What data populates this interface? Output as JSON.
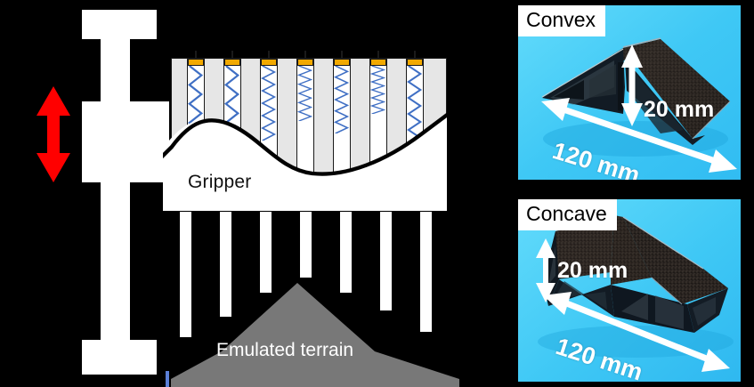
{
  "figure": {
    "background_color": "#000000",
    "schematic": {
      "gripper_label": "Gripper",
      "terrain_label": "Emulated terrain",
      "colors": {
        "housing": "#e6e6e6",
        "spring": "#3f6fc4",
        "piston_cap": "#F2A900",
        "terrain": "#787878",
        "arrow": "#FF0000",
        "body": "#ffffff",
        "outline": "#1a1a1a"
      },
      "vertical_motion_arrow": "up-down-arrow",
      "spring_count": 7,
      "pin_count": 7,
      "spring_compression": [
        0.0,
        0.0,
        0.28,
        0.52,
        0.38,
        0.62,
        0.86
      ]
    },
    "samples": [
      {
        "name": "convex",
        "label": "Convex",
        "height_dim": "20 mm",
        "length_dim": "120 mm",
        "background_color": "#4FD0F7",
        "object_color": "#241f1c"
      },
      {
        "name": "concave",
        "label": "Concave",
        "height_dim": "20 mm",
        "length_dim": "120 mm",
        "background_color": "#4FD0F7",
        "object_color": "#241f1c"
      }
    ]
  }
}
